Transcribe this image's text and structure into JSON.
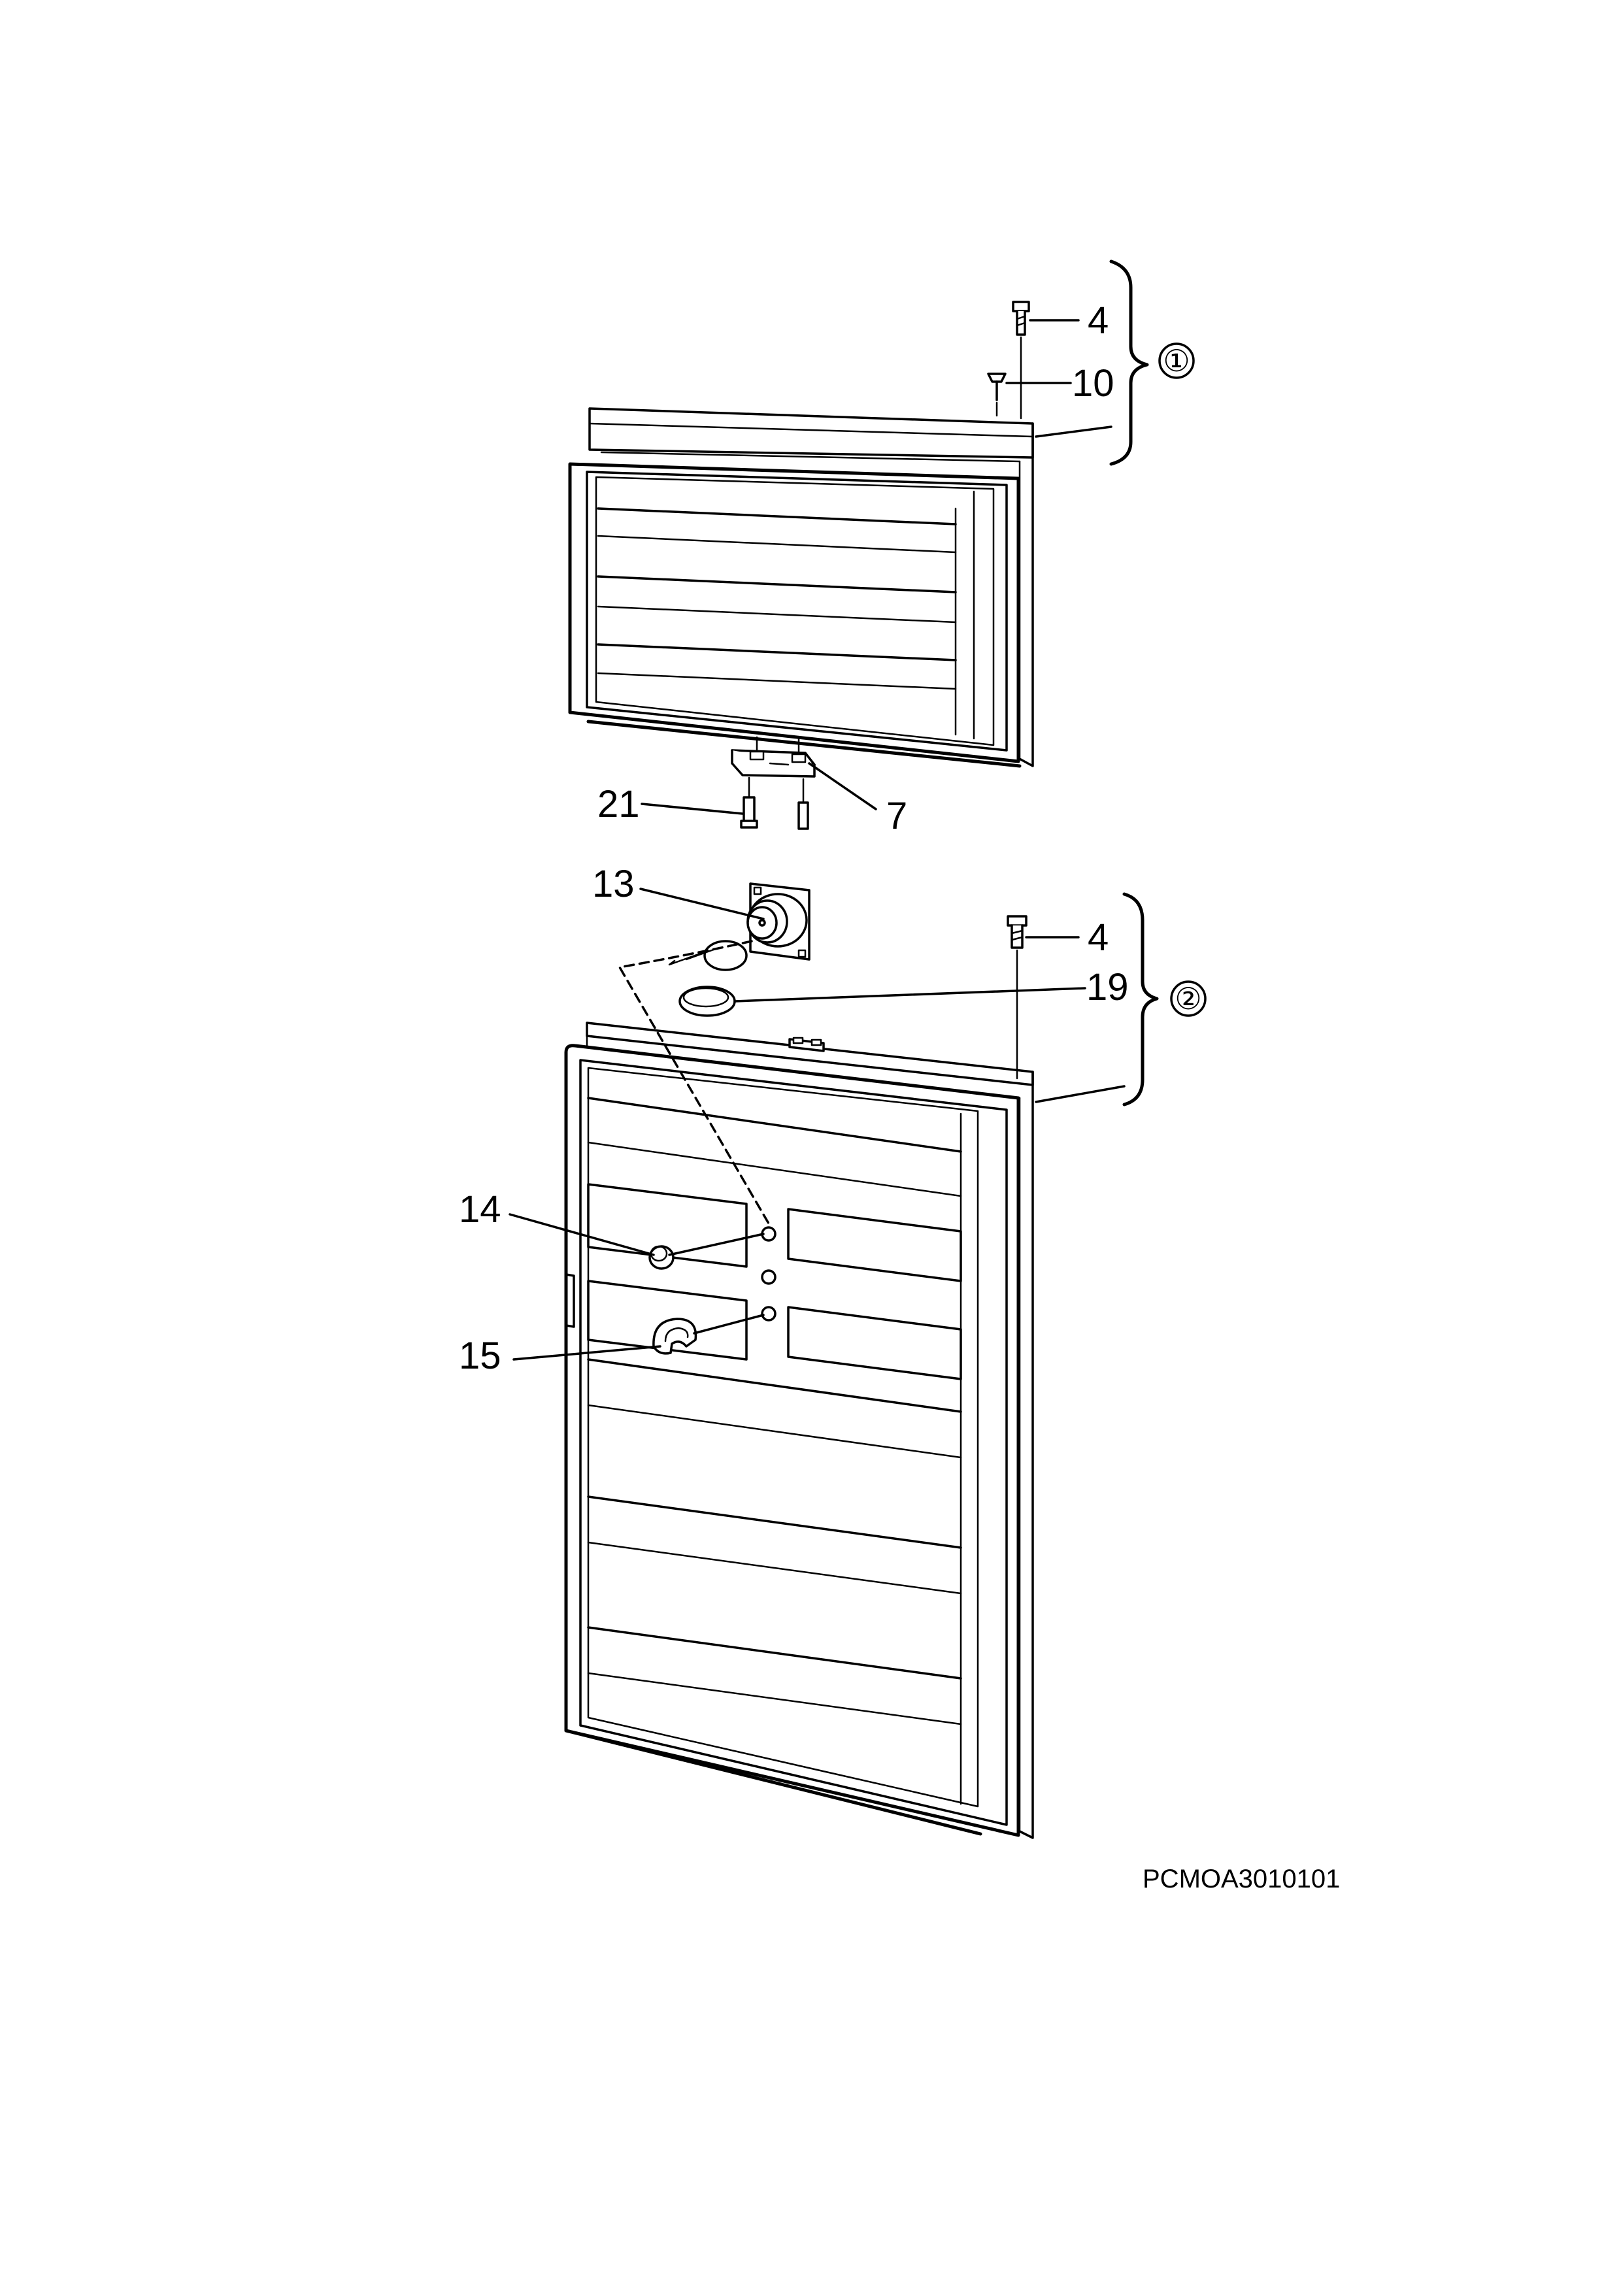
{
  "diagram": {
    "reference_code": "PCMOA3010101",
    "groups": [
      {
        "id": "group-1",
        "symbol": "①"
      },
      {
        "id": "group-2",
        "symbol": "②"
      }
    ],
    "callouts": [
      {
        "id": "callout-4-top",
        "label": "4"
      },
      {
        "id": "callout-10",
        "label": "10"
      },
      {
        "id": "callout-21",
        "label": "21"
      },
      {
        "id": "callout-7",
        "label": "7"
      },
      {
        "id": "callout-13",
        "label": "13"
      },
      {
        "id": "callout-4-bottom",
        "label": "4"
      },
      {
        "id": "callout-19",
        "label": "19"
      },
      {
        "id": "callout-14",
        "label": "14"
      },
      {
        "id": "callout-15",
        "label": "15"
      }
    ],
    "parts_drawn": [
      "freezer-door",
      "fridge-door",
      "hinge-screw",
      "hinge-pin",
      "hinge-bracket",
      "thermostat",
      "cap-cover",
      "door-stopper",
      "door-catch"
    ]
  }
}
